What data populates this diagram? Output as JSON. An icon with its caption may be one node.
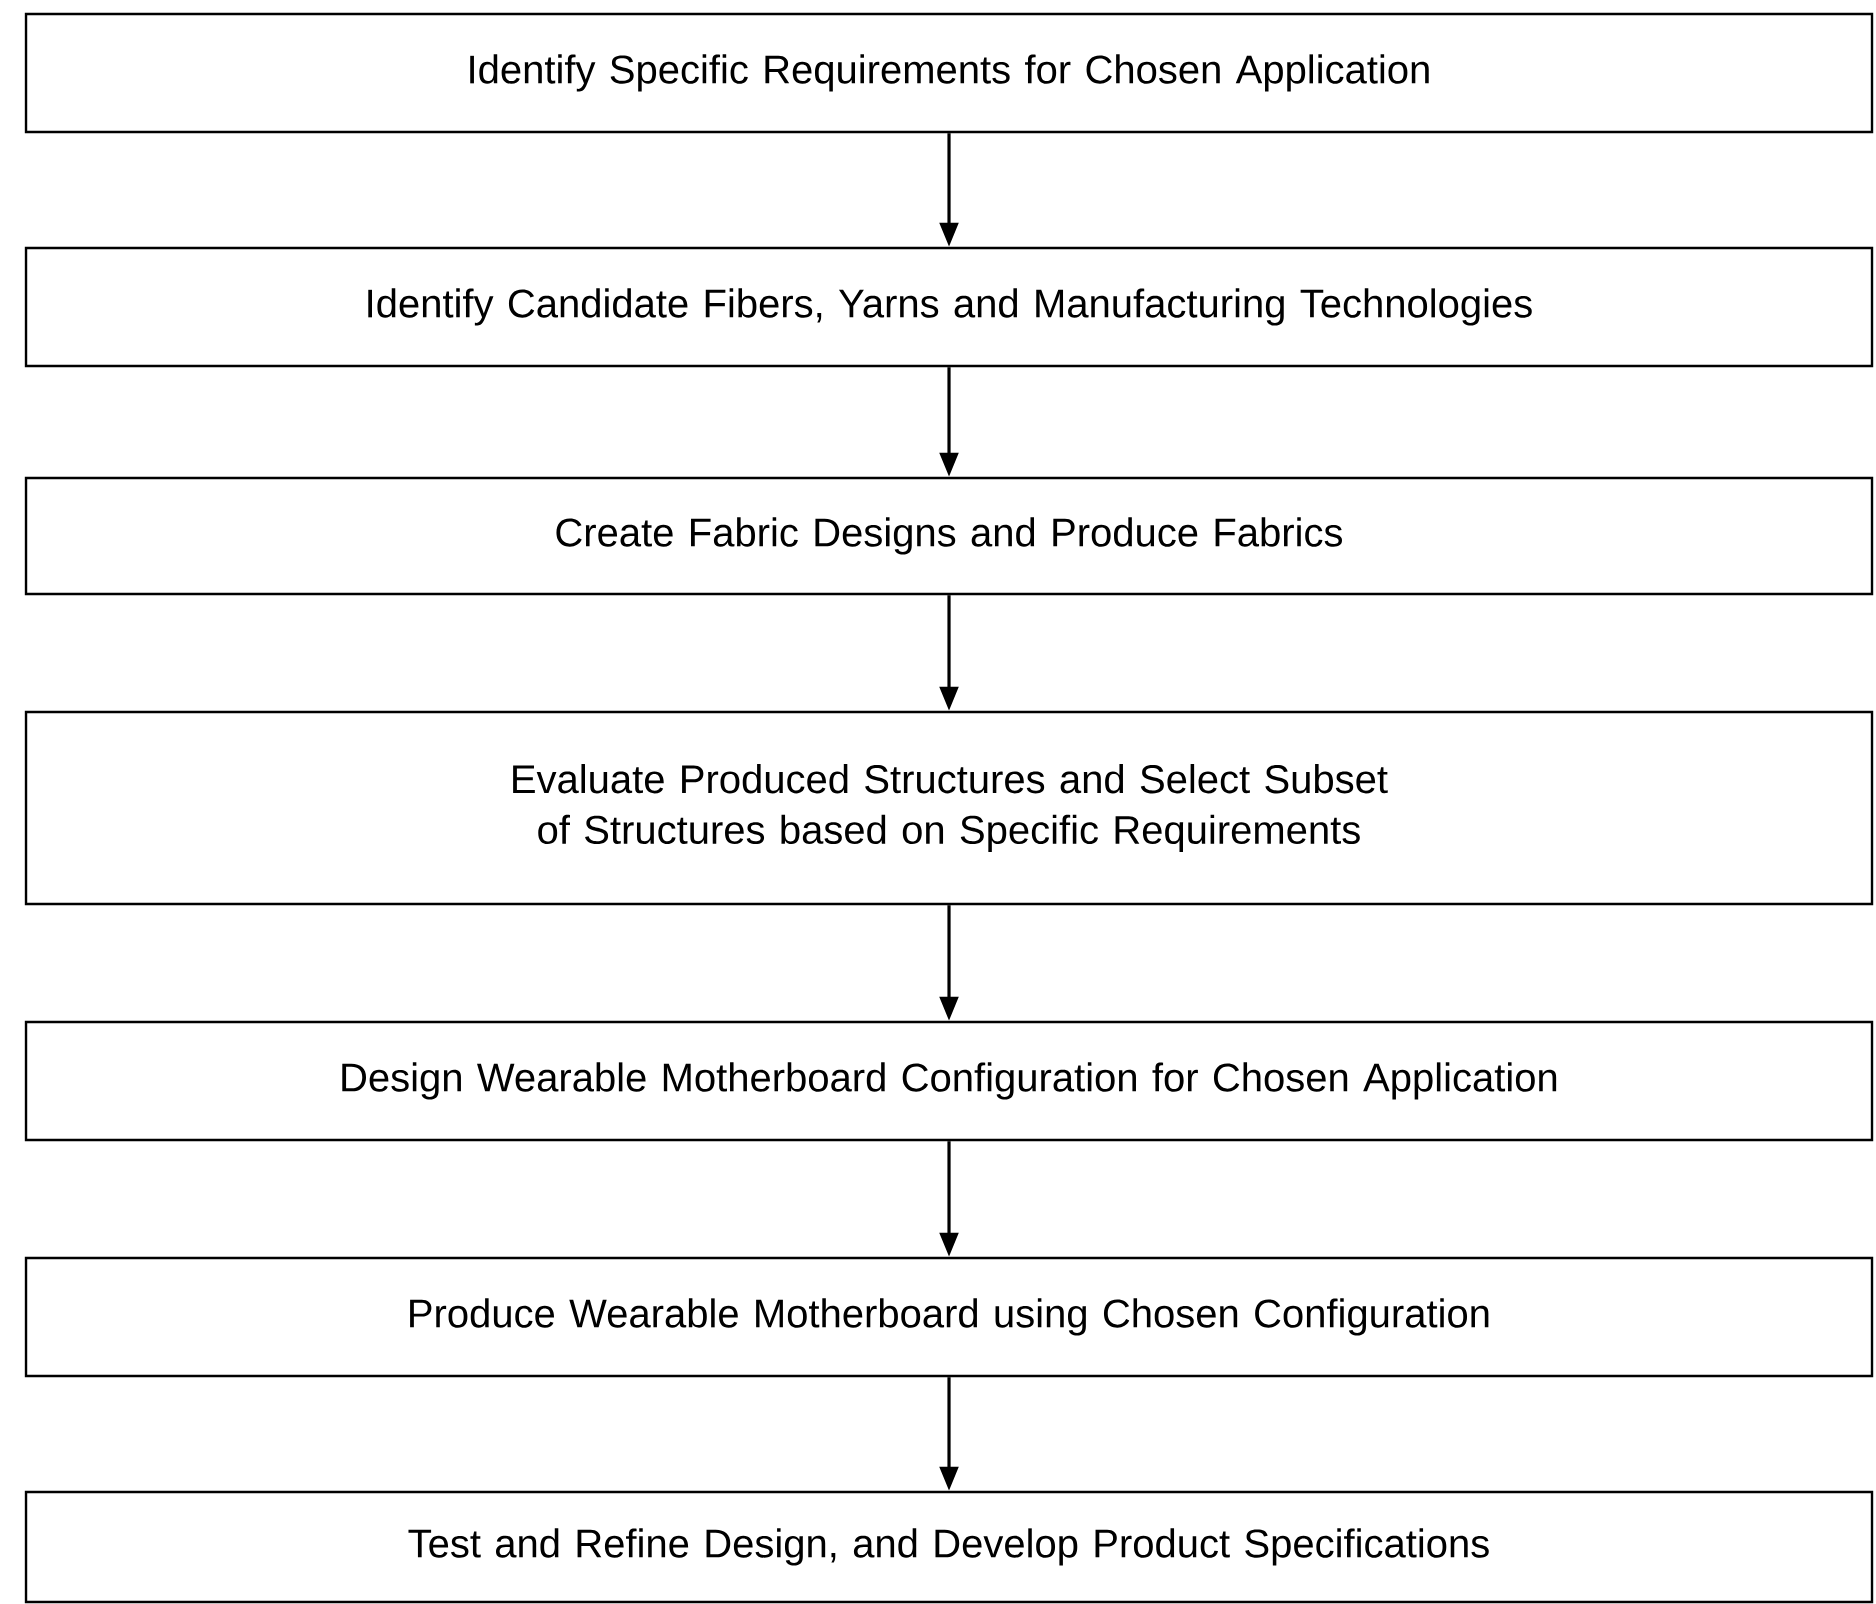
{
  "diagram": {
    "nodes": [
      {
        "text": [
          "Identify Specific Requirements for Chosen Application"
        ]
      },
      {
        "text": [
          "Identify Candidate Fibers, Yarns and Manufacturing Technologies"
        ]
      },
      {
        "text": [
          "Create Fabric Designs and Produce Fabrics"
        ]
      },
      {
        "text": [
          "Evaluate Produced Structures and Select Subset of Structures based on Specific Requirements"
        ]
      },
      {
        "text": [
          "Design Wearable Motherboard Configuration for Chosen Application"
        ]
      },
      {
        "text": [
          "Produce Wearable Motherboard using Chosen Configuration"
        ]
      },
      {
        "text": [
          "Test and Refine Design, and Develop Product Specifications"
        ]
      }
    ],
    "edges": [
      {
        "from": 0,
        "to": 1,
        "arrow": "to"
      },
      {
        "from": 1,
        "to": 2,
        "arrow": "to"
      },
      {
        "from": 2,
        "to": 3,
        "arrow": "to"
      },
      {
        "from": 3,
        "to": 4,
        "arrow": "to"
      },
      {
        "from": 4,
        "to": 5,
        "arrow": "to"
      },
      {
        "from": 5,
        "to": 6,
        "arrow": "to"
      }
    ]
  }
}
